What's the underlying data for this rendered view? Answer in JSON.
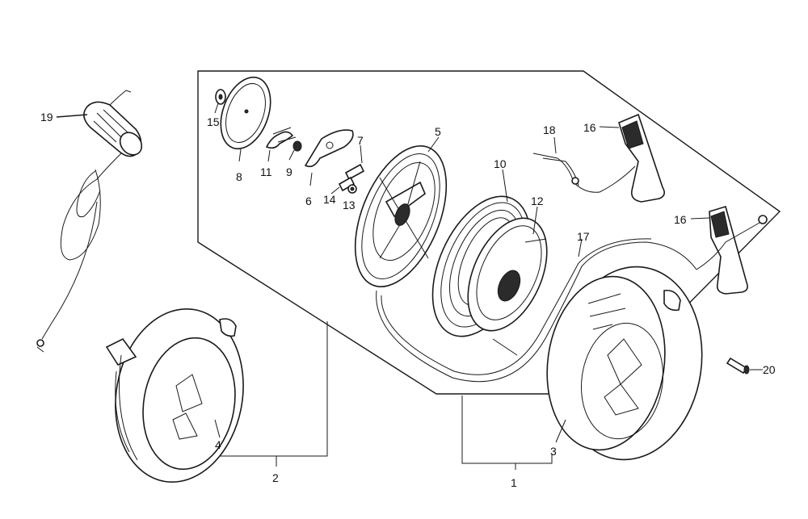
{
  "callouts": {
    "c1": "1",
    "c2": "2",
    "c3": "3",
    "c4": "4",
    "c5": "5",
    "c6": "6",
    "c7": "7",
    "c8": "8",
    "c9": "9",
    "c10": "10",
    "c11": "11",
    "c12": "12",
    "c13": "13",
    "c14": "14",
    "c15": "15",
    "c16a": "16",
    "c16b": "16",
    "c17": "17",
    "c18": "18",
    "c19": "19",
    "c20": "20"
  },
  "colors": {
    "ink": "#1a1a1a",
    "paper": "#ffffff"
  }
}
